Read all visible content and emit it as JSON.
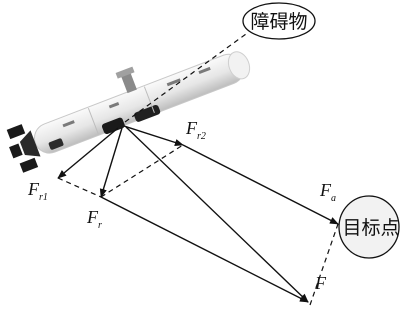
{
  "diagram": {
    "obstacle_label": "障碍物",
    "target_label": "目标点",
    "labels": {
      "fr1": {
        "main": "F",
        "sub": "r1"
      },
      "fr2": {
        "main": "F",
        "sub": "r2"
      },
      "fr": {
        "main": "F",
        "sub": "r"
      },
      "fa": {
        "main": "F",
        "sub": "a"
      },
      "f": {
        "main": "F",
        "sub": ""
      }
    },
    "colors": {
      "line": "#111111",
      "vehicle_body": "#e9e9e9",
      "vehicle_dark": "#1a1a1a"
    }
  }
}
